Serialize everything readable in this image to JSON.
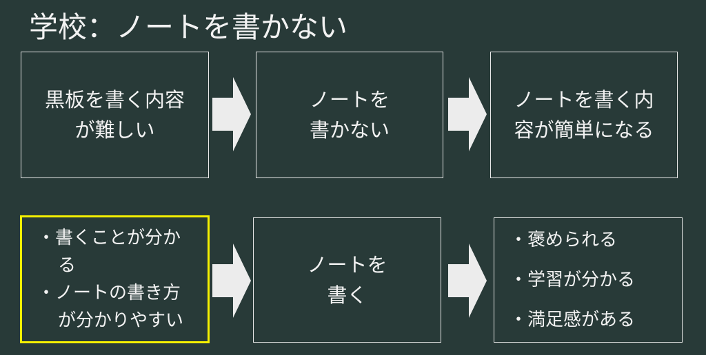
{
  "title": "学校：ノートを書かない",
  "colors": {
    "background": "#283a38",
    "highlight": "#f5f000",
    "arrow": "#ececec"
  },
  "top_row": [
    {
      "lines": [
        "黒板を書く内容",
        "が難しい"
      ]
    },
    {
      "lines": [
        "ノートを",
        "書かない"
      ]
    },
    {
      "lines": [
        "ノートを書く内",
        "容が簡単になる"
      ]
    }
  ],
  "bottom_row": {
    "box1": {
      "items": [
        "・書くことが分かる",
        "・ノートの書き方が分かりやすい"
      ]
    },
    "box2": {
      "lines": [
        "ノートを",
        "書く"
      ]
    },
    "box3": {
      "items": [
        "・褒められる",
        "・学習が分かる",
        "・満足感がある"
      ]
    }
  }
}
